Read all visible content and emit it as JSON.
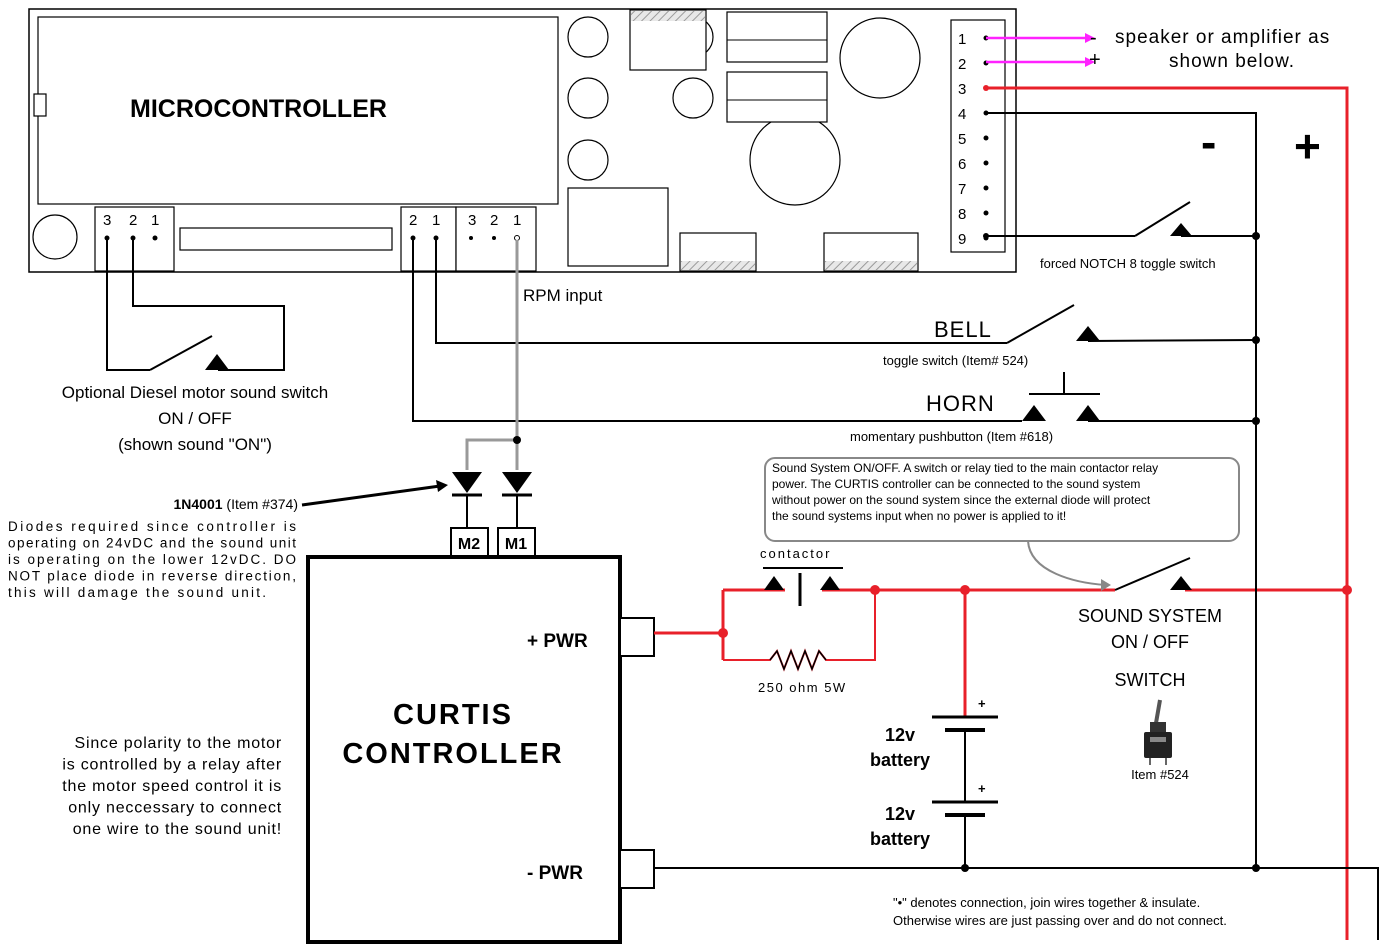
{
  "board": {
    "micro_label": "MICROCONTROLLER",
    "right_pins": [
      "1",
      "2",
      "3",
      "4",
      "5",
      "6",
      "7",
      "8",
      "9"
    ],
    "left_header_pins": [
      "3",
      "2",
      "1"
    ],
    "mid_header_pins": [
      "2",
      "1"
    ],
    "rpm_header_pins": [
      "3",
      "2",
      "1"
    ]
  },
  "speaker": {
    "minus": "-",
    "plus": "+",
    "line1": "speaker or amplifier as",
    "line2": "shown below."
  },
  "bus": {
    "minus": "-",
    "plus": "+"
  },
  "switches": {
    "notch8": "forced NOTCH 8 toggle switch",
    "bell": "BELL",
    "bell_note": "toggle switch (Item# 524)",
    "horn": "HORN",
    "horn_note": "momentary pushbutton (Item #618)"
  },
  "rpm_input": "RPM input",
  "diesel": {
    "line1": "Optional Diesel motor sound switch",
    "line2": "ON / OFF",
    "line3": "(shown sound \"ON\")"
  },
  "diode": {
    "part": "1N4001",
    "item": " (Item #374)",
    "note_lines": [
      "Diodes required since controller is",
      "operating on 24vDC and the sound unit",
      "is operating on the lower 12vDC. DO",
      "NOT place diode in reverse direction,",
      "this will damage the sound unit."
    ]
  },
  "controller": {
    "m2": "M2",
    "m1": "M1",
    "plus_pwr": "+ PWR",
    "minus_pwr": "- PWR",
    "name_line1": "CURTIS",
    "name_line2": "CONTROLLER"
  },
  "polarity_note": [
    "Since polarity to the motor",
    "is controlled by a relay after",
    "the motor speed control it is",
    "only neccessary to connect",
    "one wire to the sound unit!"
  ],
  "contactor": "contactor",
  "resistor": "250 ohm 5W",
  "batteries": [
    {
      "plus": "+",
      "line1": "12v",
      "line2": "battery"
    },
    {
      "plus": "+",
      "line1": "12v",
      "line2": "battery"
    }
  ],
  "callout": [
    "Sound System ON/OFF. A switch or  relay tied to the main contactor relay",
    "power. The CURTIS controller can be connected to the sound system",
    "without power on the sound system since the external diode will protect",
    "the sound systems input when no power is applied to it!"
  ],
  "sound_switch": {
    "line1": "SOUND SYSTEM",
    "line2": "ON / OFF",
    "line3": "SWITCH",
    "item": "Item #524"
  },
  "footnote": [
    "\"•\" denotes connection, join wires together & insulate.",
    "Otherwise wires are just passing over and do not connect."
  ],
  "colors": {
    "wire": "#000000",
    "power_wire": "#e8202a",
    "speaker_wire": "#ff22ff",
    "signal_wire": "#999999"
  }
}
